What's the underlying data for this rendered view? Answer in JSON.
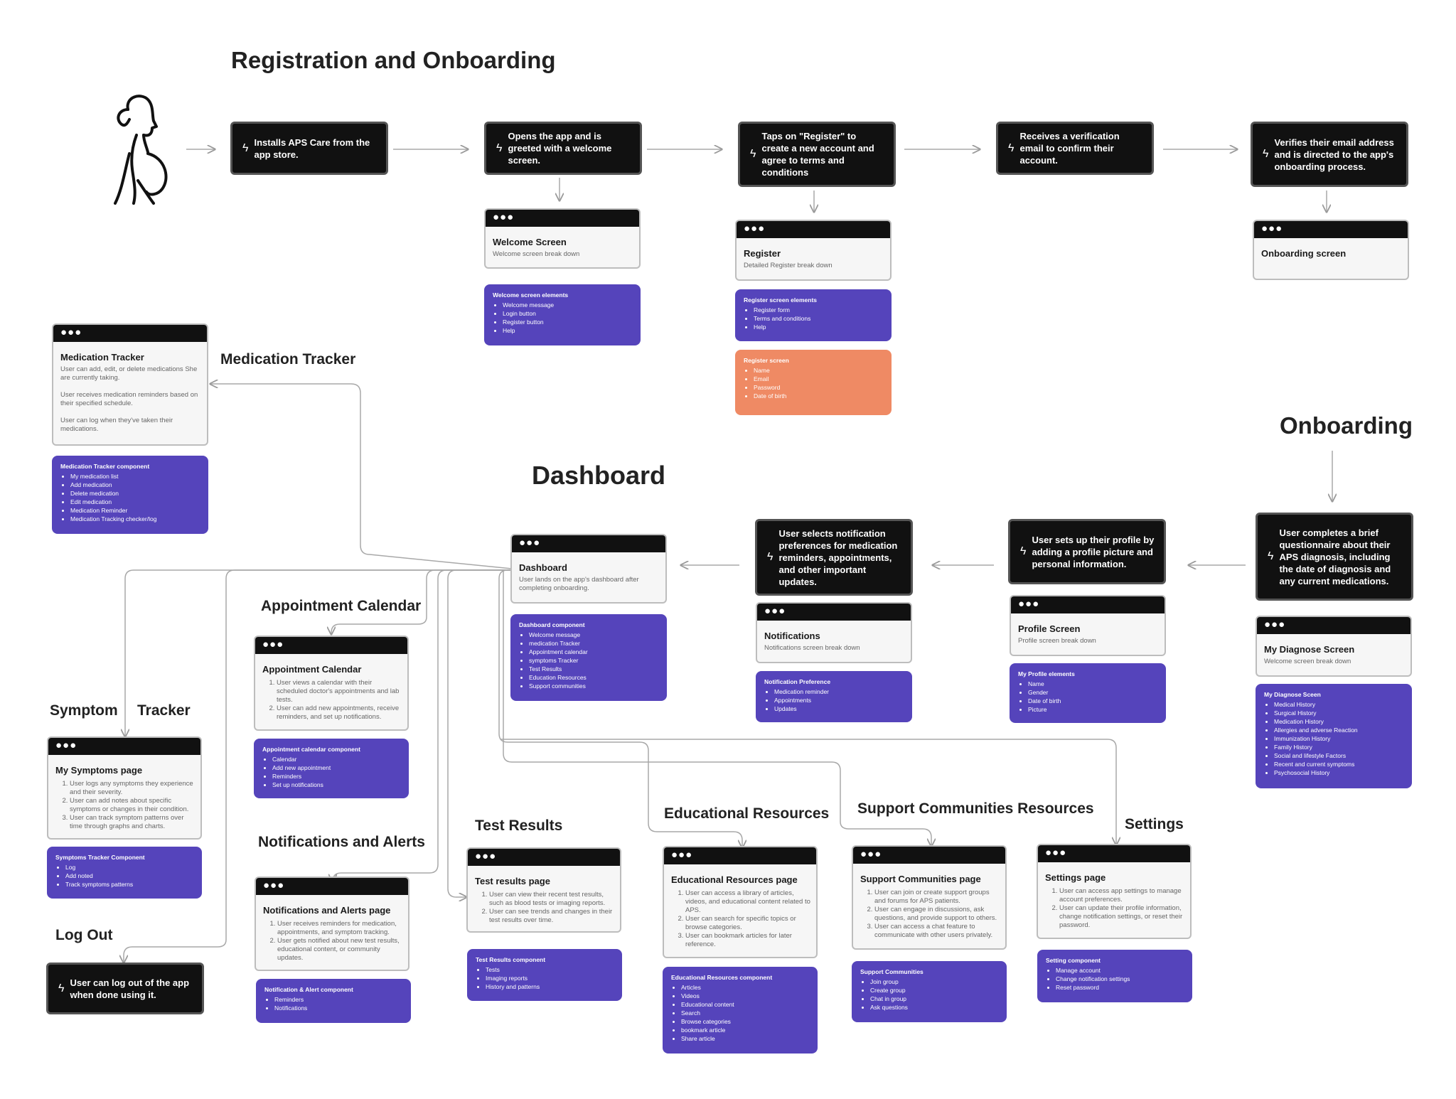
{
  "sections": {
    "registration": "Registration and Onboarding",
    "onboarding": "Onboarding",
    "dashboard": "Dashboard",
    "medication_tracker": "Medication Tracker",
    "appointment_calendar": "Appointment Calendar",
    "symptom": "Symptom",
    "tracker": "Tracker",
    "notifications_alerts": "Notifications and Alerts",
    "log_out": "Log Out",
    "test_results": "Test Results",
    "educational_resources": "Educational Resources",
    "support_communities": "Support Communities Resources",
    "settings": "Settings"
  },
  "steps": {
    "s1": "Installs APS Care from the app store.",
    "s2": "Opens the app and is greeted with a welcome screen.",
    "s3": "Taps on \"Register\" to create a new account and agree to terms and conditions",
    "s4": "Receives a verification email to confirm their account.",
    "s5": "Verifies their email address and is directed to the app's onboarding process.",
    "s6": "User completes a brief questionnaire about their APS diagnosis, including the date of diagnosis and any current medications.",
    "s7": "User sets up their profile by adding a profile picture and personal information.",
    "s8": "User selects notification preferences for medication reminders, appointments, and other important updates.",
    "logout": "User can log out of the app when done using it."
  },
  "bolt": "ϟ",
  "dots": "●●●",
  "screens": {
    "welcome": {
      "title": "Welcome Screen",
      "desc": "Welcome screen break down"
    },
    "register": {
      "title": "Register",
      "desc": "Detailed Register break down"
    },
    "onboarding": {
      "title": "Onboarding screen",
      "desc": ""
    },
    "diagnose": {
      "title": "My Diagnose Screen",
      "desc": "Welcome screen break down"
    },
    "profile": {
      "title": "Profile Screen",
      "desc": "Profile screen break down"
    },
    "notifications": {
      "title": "Notifications",
      "desc": "Notifications screen break down"
    },
    "dashboard": {
      "title": "Dashboard",
      "desc": "User lands on the app's dashboard after completing onboarding."
    },
    "medication": {
      "title": "Medication Tracker",
      "paras": [
        "User can add, edit, or delete medications She are currently taking.",
        "User receives medication reminders based on their specified schedule.",
        "User can log when they've taken their medications."
      ]
    },
    "appointment": {
      "title": "Appointment Calendar",
      "items": [
        "User views a calendar with their scheduled doctor's appointments and lab tests.",
        "User can add new appointments, receive reminders, and set up notifications."
      ]
    },
    "symptoms": {
      "title": "My Symptoms page",
      "items": [
        "User logs any symptoms they experience and their severity.",
        "User can add notes about specific symptoms or changes in their condition.",
        "User can track symptom patterns over time through graphs and charts."
      ]
    },
    "notif_alerts": {
      "title": "Notifications and Alerts page",
      "items": [
        "User receives reminders for medication, appointments, and symptom tracking.",
        "User gets notified about new test results, educational content, or community updates."
      ]
    },
    "test_results": {
      "title": "Test results page",
      "items": [
        "User can view their recent test results, such as blood tests or imaging reports.",
        "User can see trends and changes in their test results over time."
      ]
    },
    "edu": {
      "title": "Educational Resources page",
      "items": [
        "User can access a library of articles, videos, and educational content related to APS.",
        "User can search for specific topics or browse categories.",
        "User can bookmark articles for later reference."
      ]
    },
    "support": {
      "title": "Support Communities page",
      "items": [
        "User can join or create support groups and forums for APS patients.",
        "User can engage in discussions, ask questions, and provide support to others.",
        "User can access a chat feature to communicate with other users privately."
      ]
    },
    "settings": {
      "title": "Settings page",
      "items": [
        "User can access app settings to manage account preferences.",
        "User can update their profile information, change notification settings, or reset their password."
      ]
    }
  },
  "components": {
    "welcome": {
      "title": "Welcome screen elements",
      "items": [
        "Welcome message",
        "Login button",
        "Register button",
        "Help"
      ]
    },
    "register": {
      "title": "Register screen elements",
      "items": [
        "Register form",
        "Terms and conditions",
        "Help"
      ]
    },
    "register_screen": {
      "title": "Register screen",
      "items": [
        "Name",
        "Email",
        "Password",
        "Date of birth"
      ]
    },
    "medication": {
      "title": "Medication Tracker component",
      "items": [
        "My medication list",
        "Add medication",
        "Delete medication",
        "Edit medication",
        "Medication Reminder",
        "Medication Tracking checker/log"
      ]
    },
    "dashboard": {
      "title": "Dashboard component",
      "items": [
        "Welcome message",
        "medication Tracker",
        "Appointment calendar",
        "symptoms Tracker",
        "Test Results",
        "Education Resources",
        "Support communities"
      ]
    },
    "notification_pref": {
      "title": "Notification Preference",
      "items": [
        "Medication reminder",
        "Appointments",
        "Updates"
      ]
    },
    "profile": {
      "title": "My Profile elements",
      "items": [
        "Name",
        "Gender",
        "Date of birth",
        "Picture"
      ]
    },
    "diagnose": {
      "title": "My Diagnose Sceen",
      "items": [
        "Medical History",
        "Surgical History",
        "Medication History",
        "Allergies and adverse Reaction",
        "Immunization History",
        "Family History",
        "Social and lifestyle Factors",
        "Recent and current symptoms",
        "Psychosocial History"
      ]
    },
    "appointment": {
      "title": "Appointment calendar component",
      "items": [
        "Calendar",
        "Add new appointment",
        "Reminders",
        "Set up notifications"
      ]
    },
    "symptoms": {
      "title": "Symptoms Tracker Component",
      "items": [
        "Log",
        "Add noted",
        "Track symptoms patterns"
      ]
    },
    "notif_alert": {
      "title": "Notification & Alert component",
      "items": [
        "Reminders",
        "Notifications"
      ]
    },
    "test_results": {
      "title": "Test Results component",
      "items": [
        "Tests",
        "Imaging reports",
        "History and patterns"
      ]
    },
    "edu": {
      "title": "Educational Resources component",
      "items": [
        "Articles",
        "Videos",
        "Educational content",
        "Search",
        "Browse categories",
        "bookmark article",
        "Share article"
      ]
    },
    "support": {
      "title": "Support Communities",
      "items": [
        "Join group",
        "Create group",
        "Chat in group",
        "Ask questions"
      ]
    },
    "settings": {
      "title": "Setting component",
      "items": [
        "Manage account",
        "Change notification settings",
        "Reset password"
      ]
    }
  }
}
